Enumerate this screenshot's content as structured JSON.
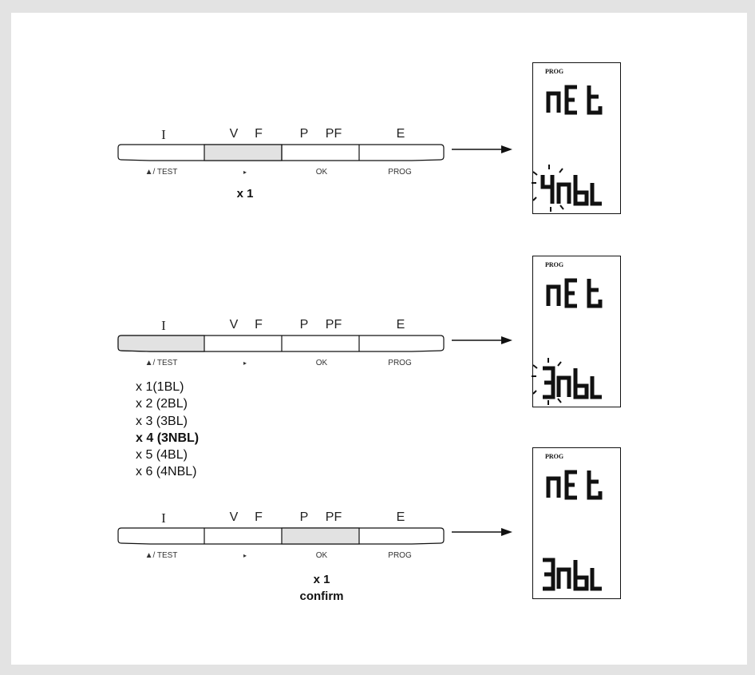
{
  "keypad": {
    "keys": [
      "I",
      "V",
      "F",
      "P",
      "PF",
      "E"
    ],
    "sublabels": [
      "▲/ TEST",
      "▸",
      "OK",
      "PROG"
    ]
  },
  "steps": [
    {
      "pressed_segment": 2,
      "count": "x 1",
      "confirm": "",
      "display": {
        "badge": "PROG",
        "line1": "nEt",
        "line2": "4nbL",
        "blinking": true
      }
    },
    {
      "pressed_segment": 1,
      "options": [
        "x 1(1BL)",
        "x 2 (2BL)",
        "x 3 (3BL)",
        "x 4 (3NBL)",
        "x 5 (4BL)",
        "x 6 (4NBL)"
      ],
      "selected_option": "x 4 (3NBL)",
      "display": {
        "badge": "PROG",
        "line1": "nEt",
        "line2": "3nbL",
        "blinking": true
      }
    },
    {
      "pressed_segment": 3,
      "count": "x 1",
      "confirm": "confirm",
      "display": {
        "badge": "PROG",
        "line1": "nEt",
        "line2": "3nbL",
        "blinking": false
      }
    }
  ],
  "colors": {
    "pressed": "#e2e2e2",
    "outline": "#111111",
    "background": "#e3e3e3"
  }
}
